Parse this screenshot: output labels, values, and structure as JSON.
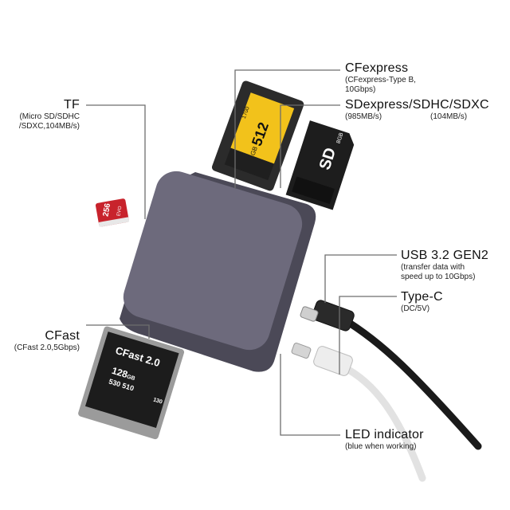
{
  "labels": {
    "tf": {
      "title": "TF",
      "sub1": "(Micro SD/SDHC",
      "sub2": "/SDXC,104MB/s)"
    },
    "cfexpress": {
      "title": "CFexpress",
      "sub1": "(CFexpress-Type B,",
      "sub2": "10Gbps)"
    },
    "sdexpress": {
      "title": "SDexpress",
      "slash": "/",
      "title2": "SDHC/SDXC",
      "sub1": "(985MB/s)",
      "sub2": "(104MB/s)"
    },
    "usb": {
      "title": "USB 3.2 GEN2",
      "sub1": "(transfer data with",
      "sub2": "speed up to 10Gbps)"
    },
    "typec": {
      "title": "Type-C",
      "sub1": "(DC/5V)"
    },
    "cfast": {
      "title": "CFast",
      "sub1": "(CFast 2.0,5Gbps)"
    },
    "led": {
      "title": "LED indicator",
      "sub1": "(blue when working)"
    }
  },
  "cards": {
    "cfexpress_card": {
      "capacity": "512",
      "unit": "GB",
      "speed": "1700"
    },
    "sd_card": {
      "logo": "SD",
      "capacity": "8GB"
    },
    "micro_sd": {
      "capacity": "256",
      "class": "EVO"
    },
    "cfast_card": {
      "brand": "CFast 2.0",
      "capacity": "128",
      "unit": "GB",
      "read": "530",
      "write": "510",
      "class": "130"
    }
  },
  "colors": {
    "hub_body": "#5a5868",
    "hub_top": "#6d6a7c",
    "line": "#6e6e6e",
    "cable_black": "#1a1a1a",
    "cable_white": "#e2e2e2",
    "cfexpress_yellow": "#f2c21b",
    "microsd_red": "#c8232c"
  }
}
